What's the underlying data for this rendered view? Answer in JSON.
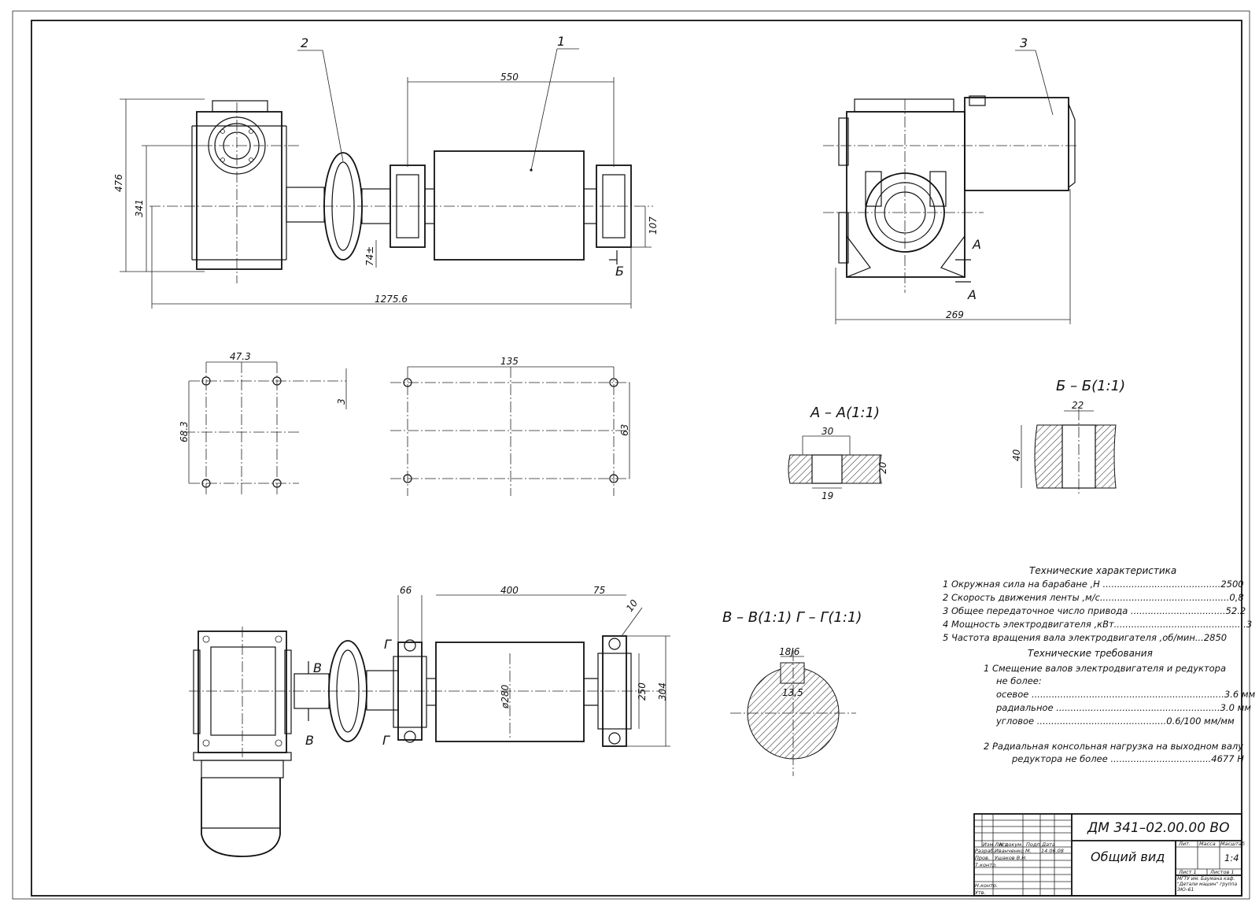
{
  "views": {
    "top": {
      "dims": {
        "d550": "550",
        "d476": "476",
        "d341": "341",
        "d107": "107",
        "d74": "74±",
        "d1275": "1275.6"
      },
      "parts": {
        "p1": "1",
        "p2": "2"
      },
      "section_mark": "Б"
    },
    "side": {
      "dims": {
        "d269": "269"
      },
      "parts": {
        "p3": "3"
      },
      "section_mark_a1": "А",
      "section_mark_a2": "А"
    },
    "holes": {
      "dims": {
        "d47": "47.3",
        "d68": "68.3",
        "d3": "3",
        "d135": "135",
        "d63": "63"
      }
    },
    "section_aa": {
      "title": "А – А(1:1)",
      "dims": {
        "d30": "30",
        "d20": "20",
        "d19": "19"
      }
    },
    "section_bb": {
      "title": "Б – Б(1:1)",
      "dims": {
        "d22": "22",
        "d40": "40"
      }
    },
    "section_vg": {
      "title": "В – В(1:1)  Г – Г(1:1)",
      "dims": {
        "d18": "18J6",
        "d13": "13,5"
      }
    },
    "front": {
      "dims": {
        "d66": "66",
        "d400": "400",
        "d75": "75",
        "d10": "10",
        "d280": "ø280",
        "d250": "250",
        "d304": "304"
      },
      "marks": {
        "v1": "В",
        "v2": "В",
        "g1": "Г",
        "g2": "Г"
      }
    }
  },
  "specs": {
    "title": "Технические характеристика",
    "items": [
      "1  Окружная сила на барабане ,Н .........................................2500",
      "2  Скорость движения ленты ,м/с.............................................0,8",
      "3  Общее передаточное число привода .................................52.2",
      "4  Мощность электродвигателя ,кВт..............................................3",
      "5  Частота вращения вала электродвигателя ,об/мин...2850"
    ]
  },
  "requirements": {
    "title": "Технические требования",
    "lines": [
      "1  Смещение валов электродвигателя и редуктора",
      "не более:",
      "осевое ...................................................................3.6  мм",
      "радиальное .........................................................3.0  мм",
      "угловое .............................................0.6/100 мм/мм",
      "2  Радиальная консольная нагрузка на выходном валу",
      "редуктора не более ...................................4677 Н"
    ]
  },
  "title_block": {
    "doc_code": "ДМ 341–02.00.00 ВО",
    "name": "Общий  вид",
    "scale": "1:4",
    "headers": {
      "lit": "Лит.",
      "mass": "Масса",
      "scale": "Масштаб"
    },
    "sheet": "Лист 1",
    "sheets": "Листов 1",
    "org": "МГТУ им. Баумана каф. \"Детали машин\" группа ЭЮ–61",
    "rows": {
      "izm": "Изм Лист",
      "doc": "N докум.",
      "sign": "Подп.",
      "date": "Дата",
      "razrab": "Разраб.",
      "razrab_name": "Иванченко М.",
      "date_val": "14.06.08",
      "prov": "Пров.",
      "prov_name": "Ушаков В.Н.",
      "tkontr": "Т.контр.",
      "nkontr": "Н.контр.",
      "utv": "Утв."
    }
  }
}
